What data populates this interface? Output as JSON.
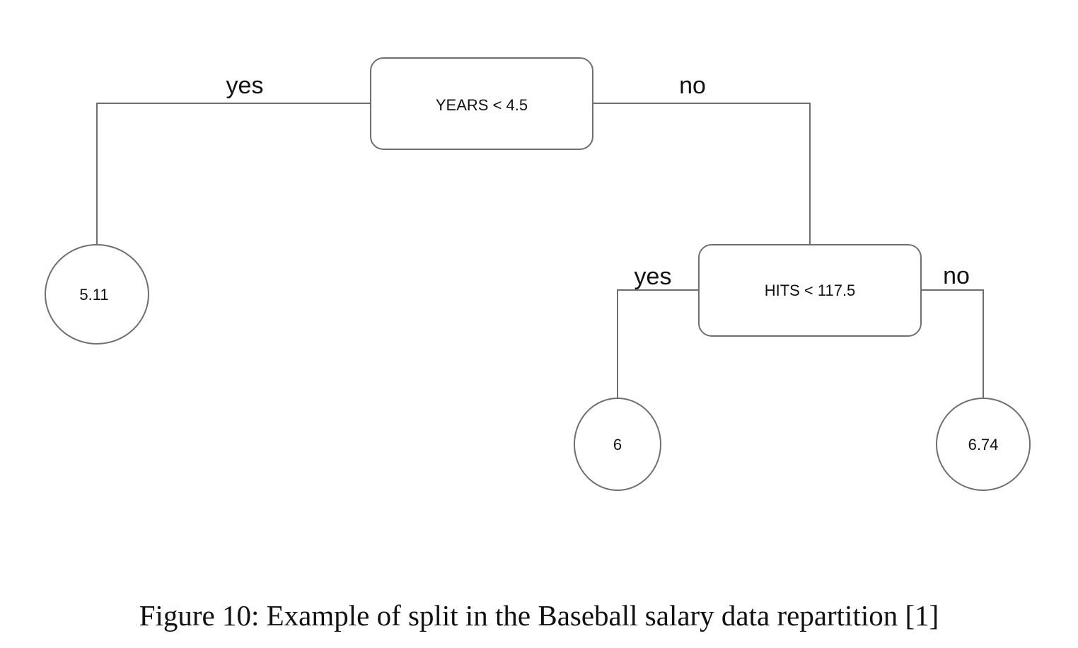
{
  "diagram": {
    "decision_nodes": {
      "root": {
        "label": "YEARS < 4.5"
      },
      "hits": {
        "label": "HITS < 117.5"
      }
    },
    "leaves": {
      "leaf_left": {
        "label": "5.11"
      },
      "leaf_mid": {
        "label": "6"
      },
      "leaf_right": {
        "label": "6.74"
      }
    },
    "edges": {
      "root_yes": {
        "label": "yes"
      },
      "root_no": {
        "label": "no"
      },
      "hits_yes": {
        "label": "yes"
      },
      "hits_no": {
        "label": "no"
      }
    }
  },
  "caption": "Figure 10: Example of split in the Baseball salary data repartition [1]"
}
